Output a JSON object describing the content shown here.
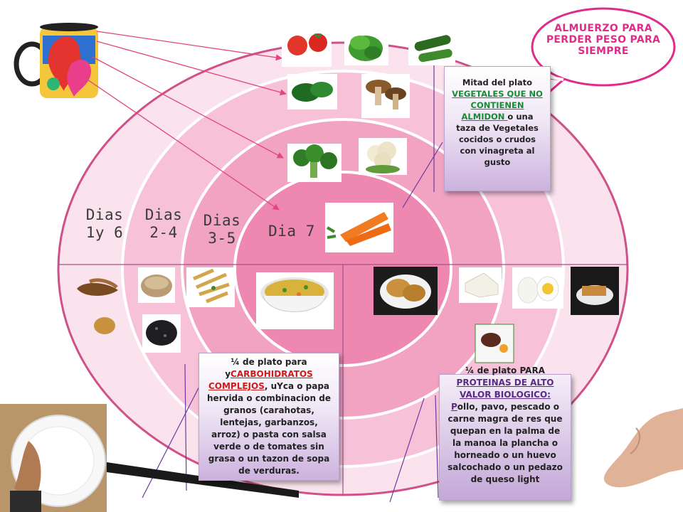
{
  "title": "ALMUERZO PARA PERDER PESO PARA SIEMPRE",
  "rings": {
    "outer": "Dias 1y 6",
    "ring2": "Dias 2-4",
    "ring3": "Dias 3-5",
    "center": "Dia 7"
  },
  "notes": {
    "vegetables": {
      "before": "Mitad del plato ",
      "highlight": "VEGETALES QUE NO CONTIENEN ALMIDON ",
      "after": "o una taza de Vegetales cocidos o crudos con vinagreta al gusto"
    },
    "carbs": {
      "before": "¼ de plato para y",
      "highlight": "CARBOHIDRATOS COMPLEJOS",
      "after": ", uYca  o papa hervida o  combinacion de granos (carahotas, lentejas, garbanzos, arroz) o pasta con salsa verde o de tomates sin grasa o  un tazon de sopa de verduras."
    },
    "proteins": {
      "line1": "¼ de plato PARA",
      "highlight": "PROTEINAS DE ALTO VALOR BIOLOGICO:",
      "first_letter": "P",
      "after": "ollo, pavo, pescado o carne magra de res que quepan en la palma de la manoa la plancha o horneado o un huevo salcochado o un pedazo de queso light"
    }
  },
  "foods": {
    "top_row": [
      "tomato-icon",
      "lettuce-icon",
      "cucumber-icon"
    ],
    "ring2_top": [
      "spinach-icon",
      "mushroom-icon"
    ],
    "ring3_top": [
      "broccoli-icon",
      "cauliflower-icon"
    ],
    "center": [
      "carrot-icon"
    ],
    "left_half": [
      "yuca-icon",
      "potato-icon",
      "rice-icon",
      "beans-icon",
      "pasta-icon",
      "soup-icon"
    ],
    "right_half": [
      "chicken-breast-icon",
      "cheese-icon",
      "egg-icon",
      "fish-icon",
      "steak-icon"
    ]
  },
  "colors": {
    "outer_ring": "#fbe3ee",
    "ring2": "#f7c2d8",
    "ring3": "#f2a3c2",
    "center": "#ef88b0",
    "accent": "#e02b8a",
    "arrow": "#e0467f"
  }
}
